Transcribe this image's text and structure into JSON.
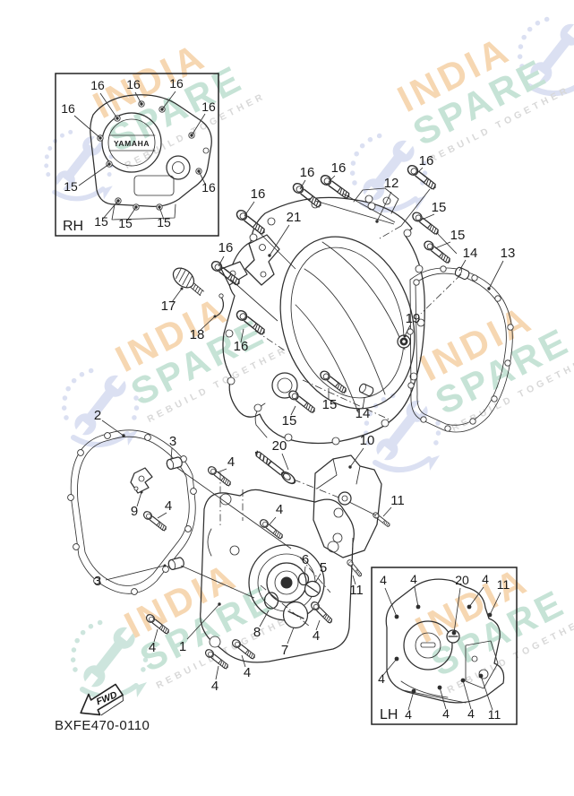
{
  "watermark": {
    "word1": "INDIA",
    "word2": "SPARE",
    "tagline": "REBUILD TOGETHER",
    "colors": {
      "word1": "#f6d7b2",
      "word2": "#c6e3d6",
      "tagline": "#d8d8d8",
      "badge_blue": "#dbe0f2",
      "badge_teal": "#cde5dd"
    }
  },
  "diagram": {
    "code": "BXFE470-0110",
    "fwd_label": "FWD",
    "view_labels": {
      "rh": "RH",
      "lh": "LH"
    },
    "brand_logo": "YAMAHA",
    "line_color": "#2f2f2f"
  },
  "callouts": {
    "n1": "1",
    "n2": "2",
    "n3": "3",
    "n4": "4",
    "n5": "5",
    "n6": "6",
    "n7": "7",
    "n8": "8",
    "n9": "9",
    "n10": "10",
    "n11": "11",
    "n12": "12",
    "n13": "13",
    "n14": "14",
    "n15": "15",
    "n16": "16",
    "n17": "17",
    "n18": "18",
    "n19": "19",
    "n20": "20",
    "n21": "21"
  }
}
